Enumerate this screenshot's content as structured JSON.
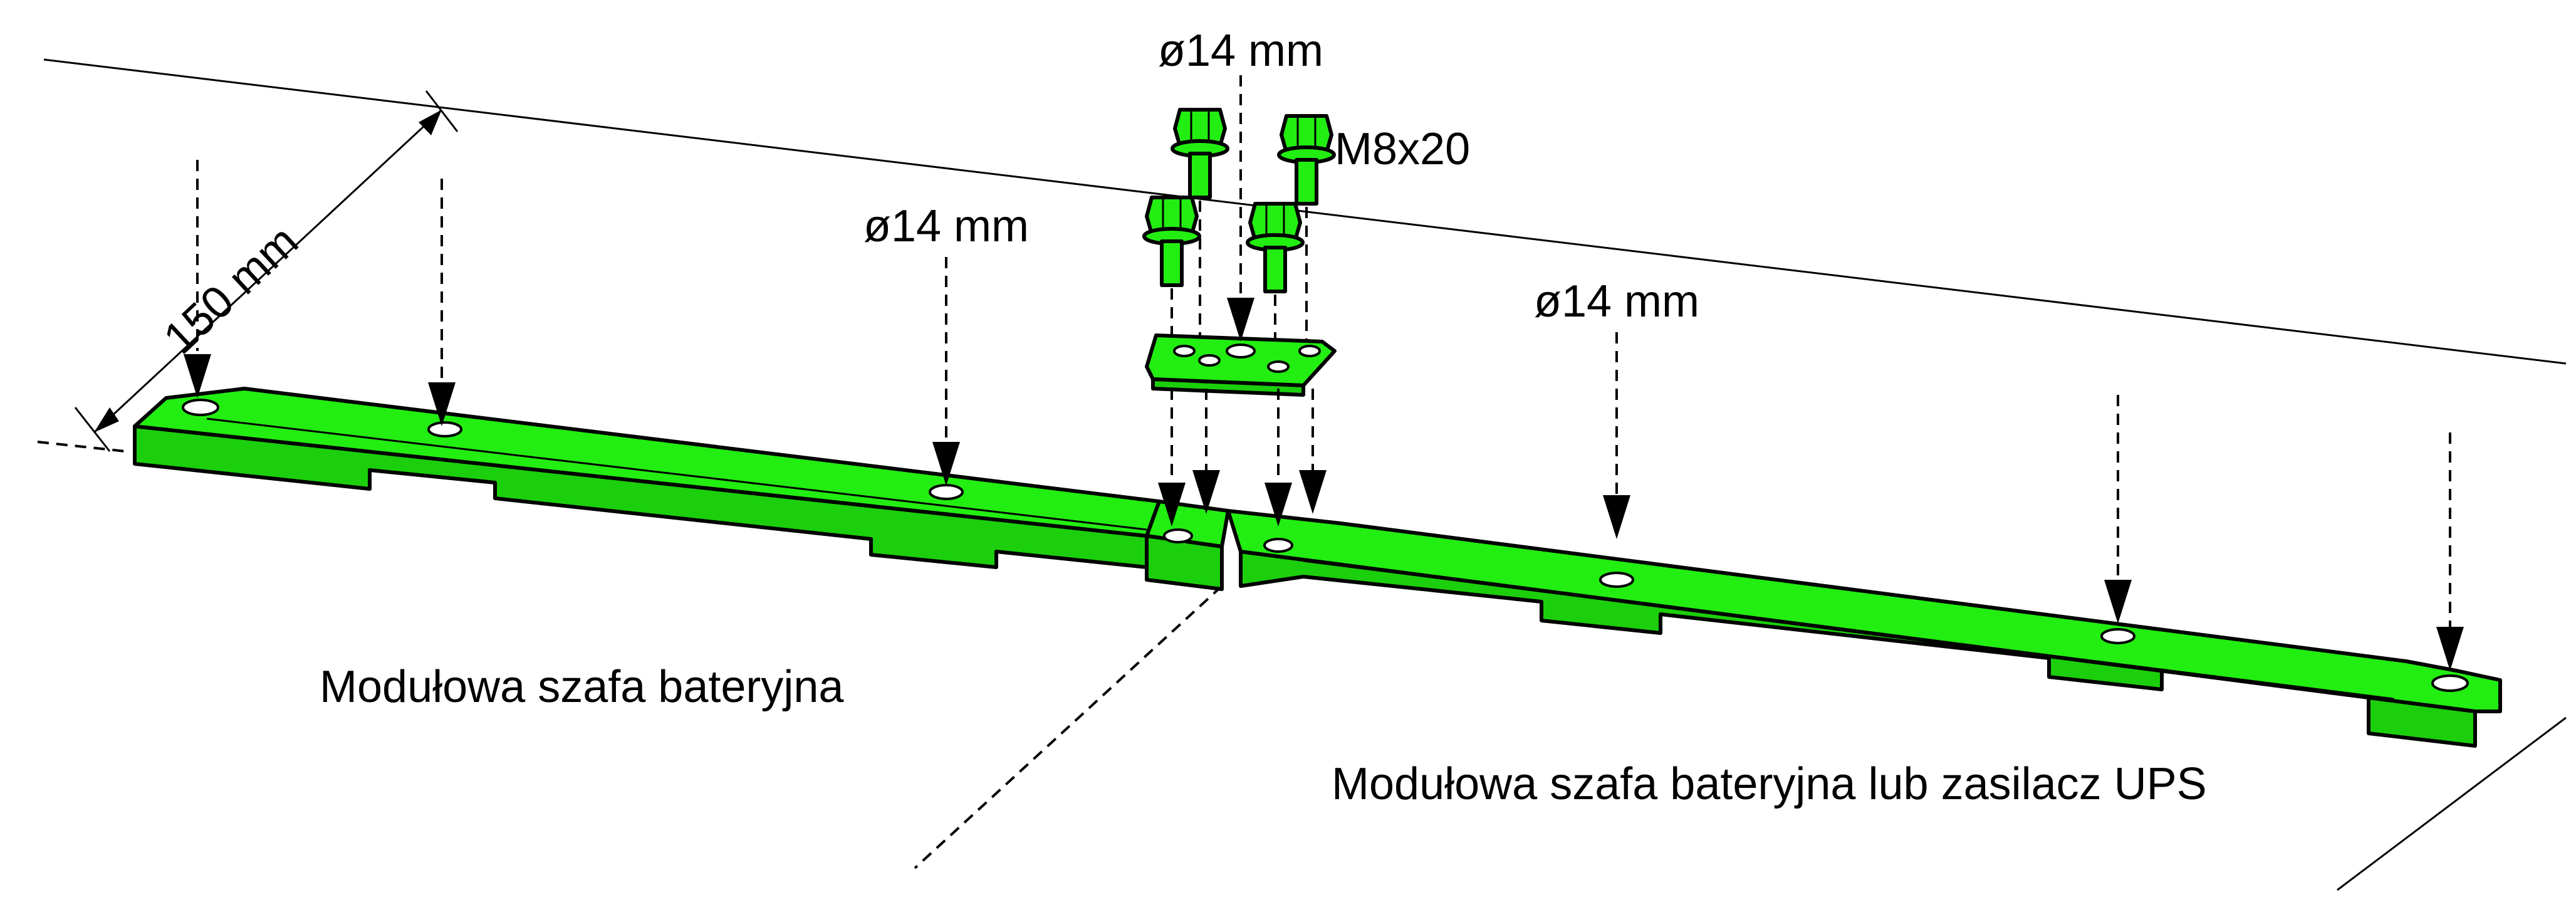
{
  "labels": {
    "hole_top": "ø14 mm",
    "hole_left": "ø14 mm",
    "hole_right": "ø14 mm",
    "bolt": "M8x20",
    "distance": "150 mm",
    "cabinet_left": "Modułowa szafa bateryjna",
    "cabinet_right": "Modułowa szafa bateryjna lub zasilacz UPS"
  },
  "colors": {
    "part_green": "#22ee11",
    "outline": "#000000"
  },
  "icons": {
    "bolt": "hex-bolt-icon",
    "arrow": "arrow-down-icon"
  }
}
